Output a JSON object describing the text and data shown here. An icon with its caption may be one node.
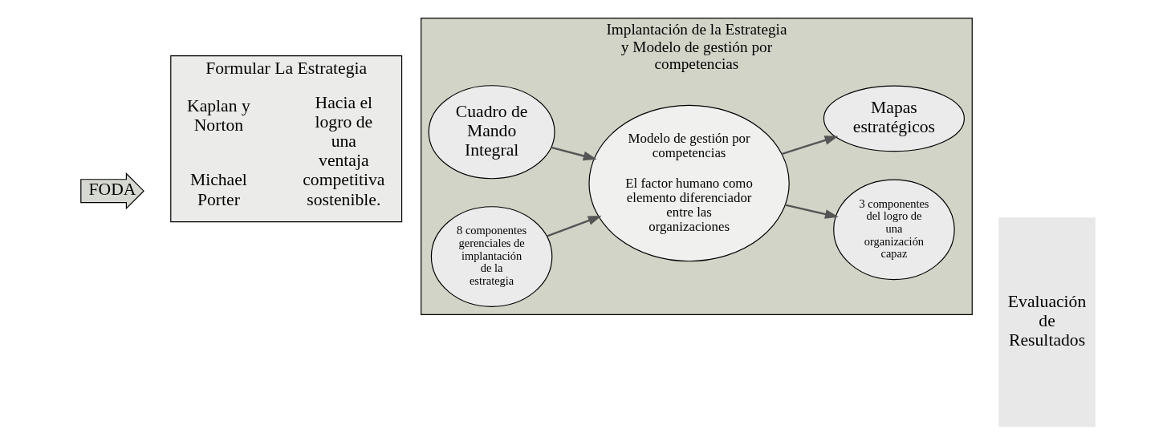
{
  "diagram": {
    "nodes": [
      {
        "text": [
          "FODA"
        ]
      },
      {
        "text": [
          "Formular La Estrategia"
        ]
      },
      {
        "text": [
          "Michael Porter"
        ],
        "in": 1
      },
      {
        "text": [
          "Kaplan y Norton"
        ],
        "in": 1
      },
      {
        "text": [
          "Hacia el logro de una ventaja competitiva sostenible."
        ],
        "in": 1
      },
      {
        "text": [
          "Implantación de la Estrategia y Modelo de gestión por competencias"
        ]
      },
      {
        "text": [
          "8 componentes gerenciales de implantación de la estrategia"
        ],
        "in": 5
      },
      {
        "text": [
          "3 componentes del logro de una organización capaz"
        ],
        "in": 5
      },
      {
        "text": [
          "Modelo de gestión por competencias",
          "El factor humano como elemento diferenciador entre las organizaciones"
        ],
        "in": 5
      },
      {
        "text": [
          "Cuadro de Mando Integral"
        ],
        "in": 5
      },
      {
        "text": [
          "Mapas estratégicos"
        ],
        "in": 5
      },
      {
        "text": [
          "Evaluación de Resultados"
        ]
      }
    ],
    "edges": [
      {
        "from": 6,
        "to": 8,
        "arrow": "to"
      },
      {
        "from": 8,
        "to": 7,
        "arrow": "to"
      },
      {
        "from": 9,
        "to": 8,
        "arrow": "to"
      },
      {
        "from": 8,
        "to": 10,
        "arrow": "to"
      }
    ]
  }
}
